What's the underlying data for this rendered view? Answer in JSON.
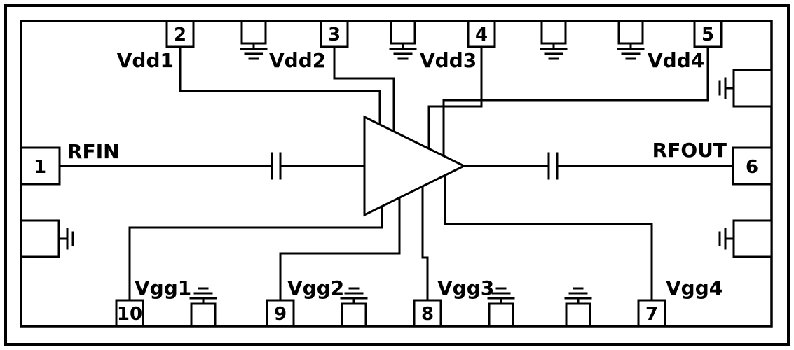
{
  "diagram": {
    "rf_input": {
      "pin": "1",
      "label": "RFIN"
    },
    "rf_output": {
      "pin": "6",
      "label": "RFOUT"
    },
    "top_supply_pins": [
      {
        "pin": "2",
        "label": "Vdd1"
      },
      {
        "pin": "3",
        "label": "Vdd2"
      },
      {
        "pin": "4",
        "label": "Vdd3"
      },
      {
        "pin": "5",
        "label": "Vdd4"
      }
    ],
    "bottom_bias_pins": [
      {
        "pin": "10",
        "label": "Vgg1"
      },
      {
        "pin": "9",
        "label": "Vgg2"
      },
      {
        "pin": "8",
        "label": "Vgg3"
      },
      {
        "pin": "7",
        "label": "Vgg4"
      }
    ],
    "colors": {
      "line": "#000000",
      "background": "#ffffff"
    }
  }
}
